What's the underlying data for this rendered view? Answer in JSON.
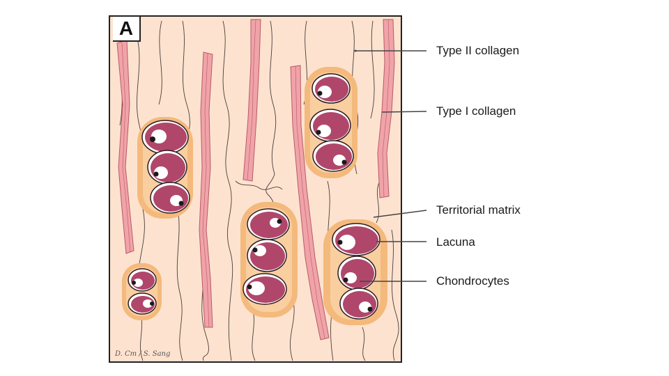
{
  "panel": {
    "letter": "A",
    "signature": "D. Cm / S. Sang"
  },
  "labels": {
    "type2": "Type II collagen",
    "type1": "Type I collagen",
    "territorial": "Territorial matrix",
    "lacuna": "Lacuna",
    "chondrocytes": "Chondrocytes"
  },
  "colors": {
    "matrix": "#fde3cf",
    "type1_fill": "#f0a3a8",
    "type1_stroke": "#b85a66",
    "halo": "#f4b97c",
    "halo_inner": "#f9cfa0",
    "cell": "#b0476b",
    "cell_stroke": "#2a1a22",
    "nucleus": "#ffffff",
    "leader": "#444444"
  }
}
